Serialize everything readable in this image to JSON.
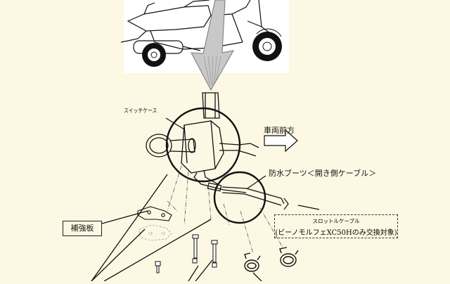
{
  "labels": {
    "switch_case": "スイッチケース",
    "vehicle_forward": "車両前方",
    "waterproof_boot": "防水ブーツ＜開き側ケーブル＞",
    "reinforcement_plate": "補強板",
    "throttle_cable": "スロットルケーブル",
    "replacement_note": "(ビーノモルフェXC50Hのみ交換対象)"
  },
  "colors": {
    "background": "#fdf8e4",
    "scooter_panel": "#ffffff",
    "line": "#111111",
    "arrow_fill": "#c8c8c8"
  }
}
